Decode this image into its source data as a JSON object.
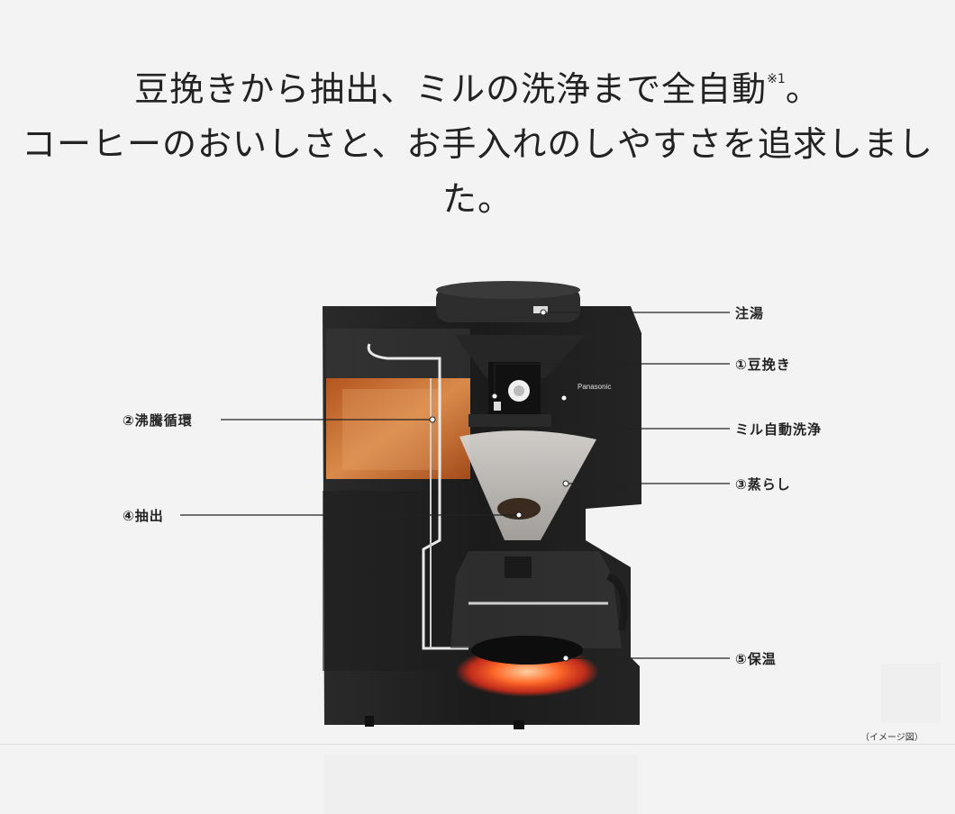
{
  "headline": {
    "line1_main": "豆挽きから抽出、ミルの洗浄まで全自動",
    "line1_note": "※1",
    "line1_end": "。",
    "line2": "コーヒーのおいしさと、お手入れのしやすさを追求しまし",
    "line3": "た。"
  },
  "diagram": {
    "brand": "Panasonic",
    "labels": {
      "pour": "注湯",
      "grind": "①豆挽き",
      "boil": "②沸騰循環",
      "mill_clean": "ミル自動洗浄",
      "steam": "③蒸らし",
      "extract": "④抽出",
      "warm": "⑤保温"
    },
    "caption": "（イメージ図）"
  },
  "colors": {
    "background": "#f3f3f3",
    "machine_body": "#1c1c1c",
    "water_tank": "#c8692a",
    "heater_glow": "#ff4a1a",
    "leader_line": "#222222"
  }
}
